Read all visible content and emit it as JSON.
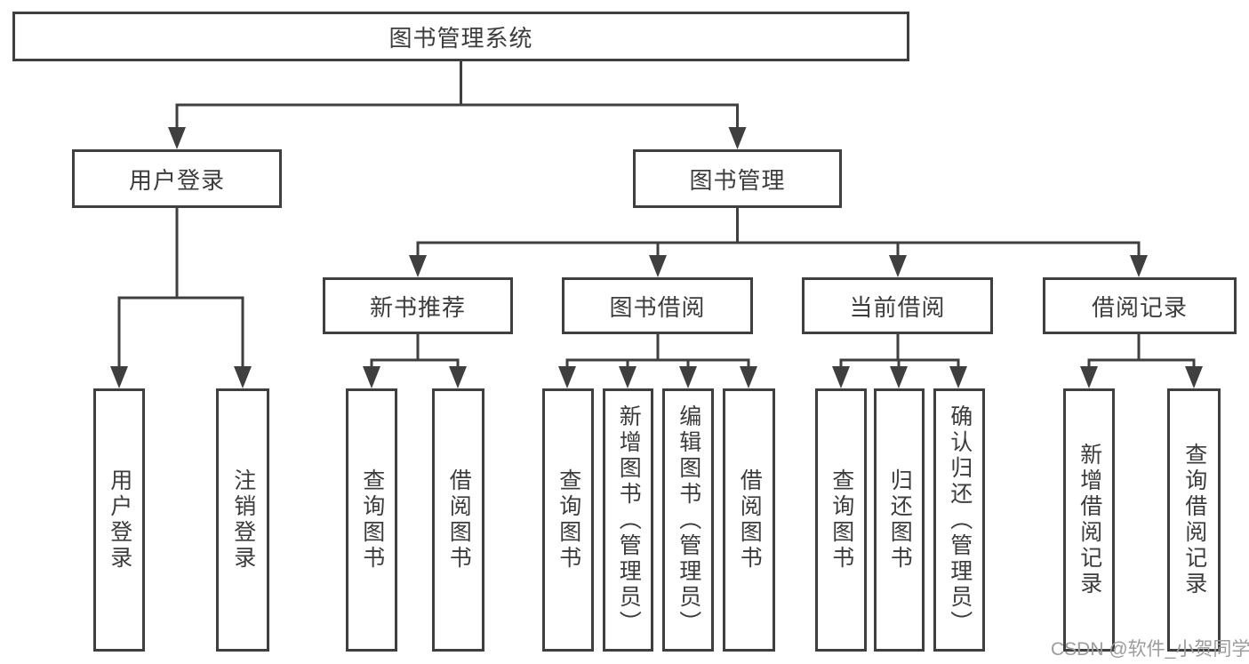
{
  "diagram": {
    "root": {
      "label": "图书管理系统"
    },
    "level2": [
      {
        "label": "用户登录"
      },
      {
        "label": "图书管理"
      }
    ],
    "level3": [
      {
        "label": "新书推荐",
        "parent": "图书管理"
      },
      {
        "label": "图书借阅",
        "parent": "图书管理"
      },
      {
        "label": "当前借阅",
        "parent": "图书管理"
      },
      {
        "label": "借阅记录",
        "parent": "图书管理"
      }
    ],
    "leaves": [
      {
        "label": "用户登录",
        "parent": "用户登录"
      },
      {
        "label": "注销登录",
        "parent": "用户登录"
      },
      {
        "label": "查询图书",
        "parent": "新书推荐"
      },
      {
        "label": "借阅图书",
        "parent": "新书推荐"
      },
      {
        "label": "查询图书",
        "parent": "图书借阅"
      },
      {
        "label": "新增图书（管理员）",
        "parent": "图书借阅"
      },
      {
        "label": "编辑图书（管理员）",
        "parent": "图书借阅"
      },
      {
        "label": "借阅图书",
        "parent": "图书借阅"
      },
      {
        "label": "查询图书",
        "parent": "当前借阅"
      },
      {
        "label": "归还图书",
        "parent": "当前借阅"
      },
      {
        "label": "确认归还（管理员）",
        "parent": "当前借阅"
      },
      {
        "label": "新增借阅记录",
        "parent": "借阅记录"
      },
      {
        "label": "查询借阅记录",
        "parent": "借阅记录"
      }
    ]
  },
  "watermark": {
    "text": "CSDN @软件_小贺同学"
  },
  "colors": {
    "line": "#3f3f3f",
    "text": "#3c3c3c",
    "watermark": "#9c9c9c",
    "background": "#ffffff"
  }
}
